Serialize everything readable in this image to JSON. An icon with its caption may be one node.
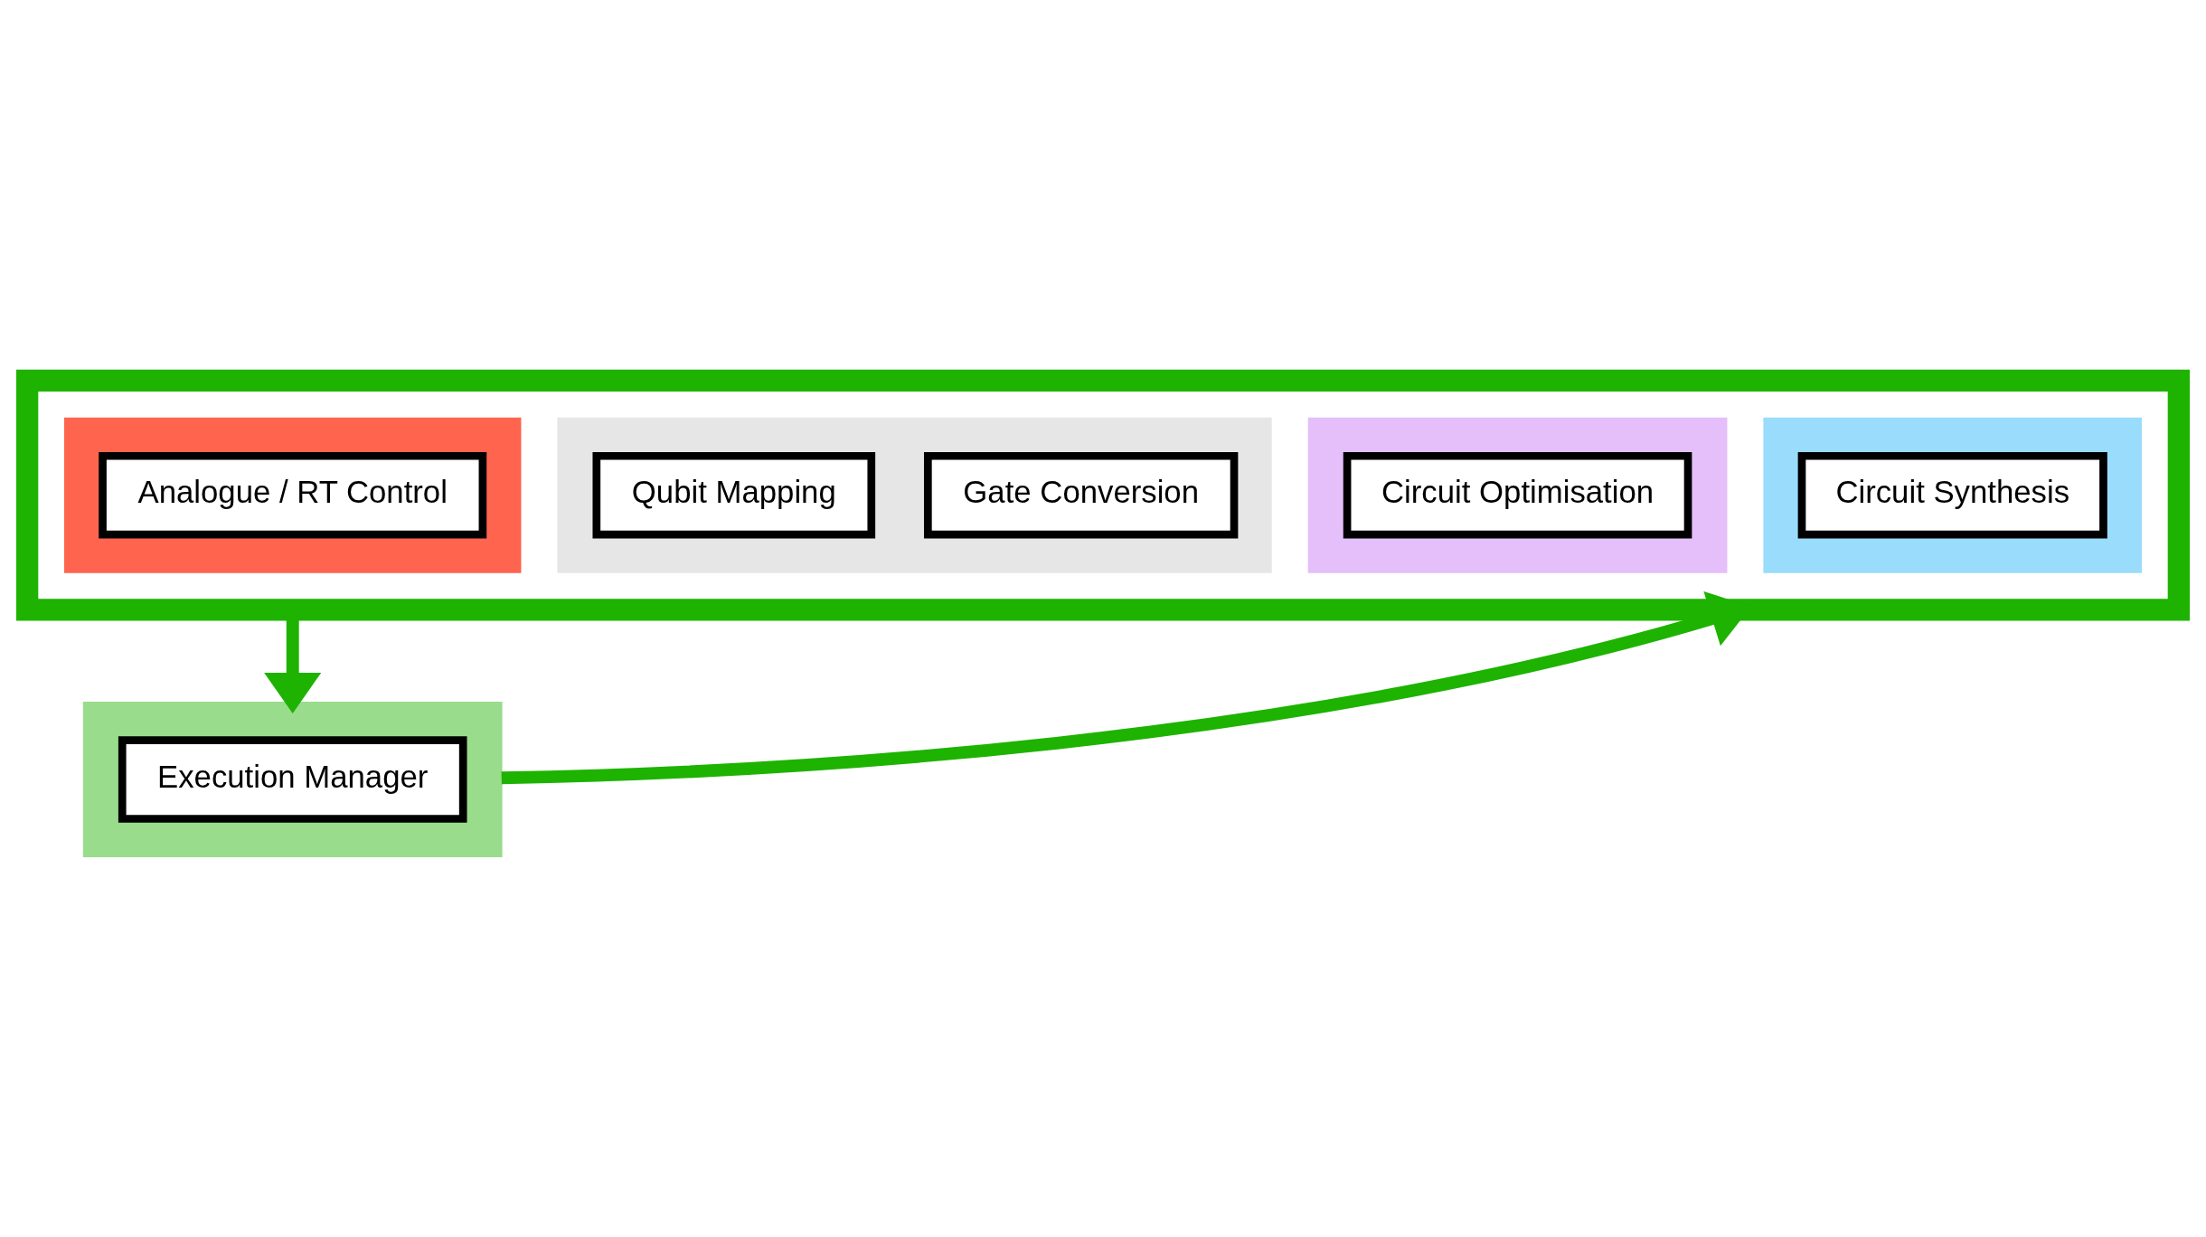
{
  "diagram": {
    "nodes": [
      {
        "text": [],
        "shape": "box"
      },
      {
        "text": [],
        "shape": "box",
        "in": 0
      },
      {
        "text": [
          "Circuit Synthesis"
        ],
        "in": 1
      },
      {
        "text": [],
        "shape": "box",
        "in": 0
      },
      {
        "text": [
          "Circuit Optimisation"
        ],
        "in": 3
      },
      {
        "text": [],
        "shape": "box",
        "in": 0
      },
      {
        "text": [
          "Gate Conversion"
        ],
        "in": 5
      },
      {
        "text": [
          "Qubit Mapping"
        ],
        "in": 5
      },
      {
        "text": [],
        "shape": "box",
        "in": 0
      },
      {
        "text": [
          "Analogue / RT Control"
        ],
        "in": 8
      },
      {
        "text": [],
        "shape": "box"
      },
      {
        "text": [
          "Execution Manager"
        ],
        "in": 10
      }
    ],
    "edges": [
      {
        "from": 10,
        "to": 0,
        "arrow": "to"
      },
      {
        "from": 0,
        "to": 10,
        "arrow": "to"
      }
    ]
  }
}
